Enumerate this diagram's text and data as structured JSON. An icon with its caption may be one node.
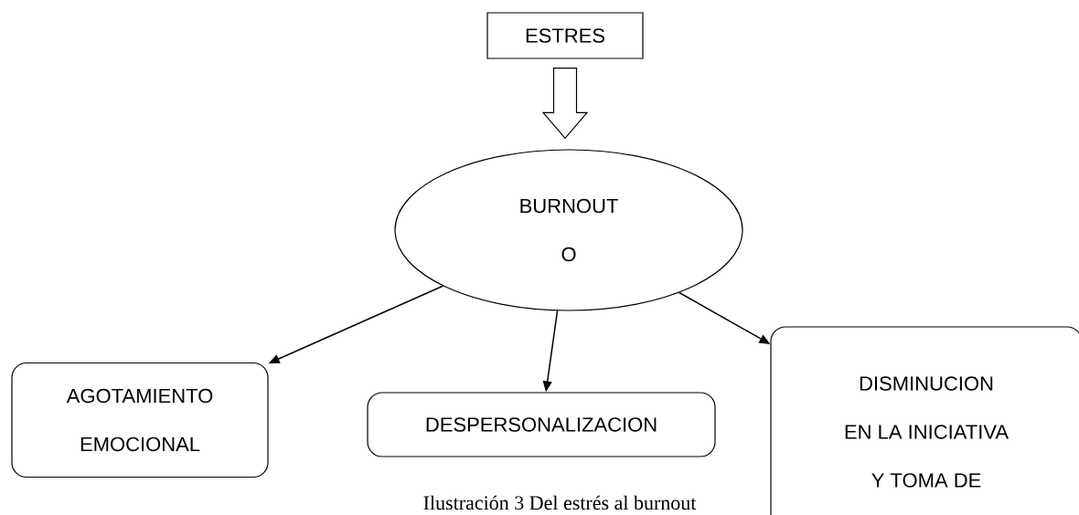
{
  "diagram": {
    "caption": "Ilustración 3 Del estrés al burnout",
    "nodes": [
      {
        "text": [
          "ESTRES"
        ]
      },
      {
        "text": [
          "BURNOUT",
          "O"
        ]
      },
      {
        "text": [
          "AGOTAMIENTO",
          "EMOCIONAL"
        ]
      },
      {
        "text": [
          "DESPERSONALIZACION"
        ]
      },
      {
        "text": [
          "DISMINUCION",
          "EN LA INICIATIVA",
          "Y TOMA DE"
        ]
      }
    ],
    "edges": [
      {
        "from": 0,
        "to": 1,
        "arrow": "to"
      },
      {
        "from": 1,
        "to": 2,
        "arrow": "to"
      },
      {
        "from": 1,
        "to": 3,
        "arrow": "to"
      },
      {
        "from": 1,
        "to": 4,
        "arrow": "to"
      }
    ]
  }
}
